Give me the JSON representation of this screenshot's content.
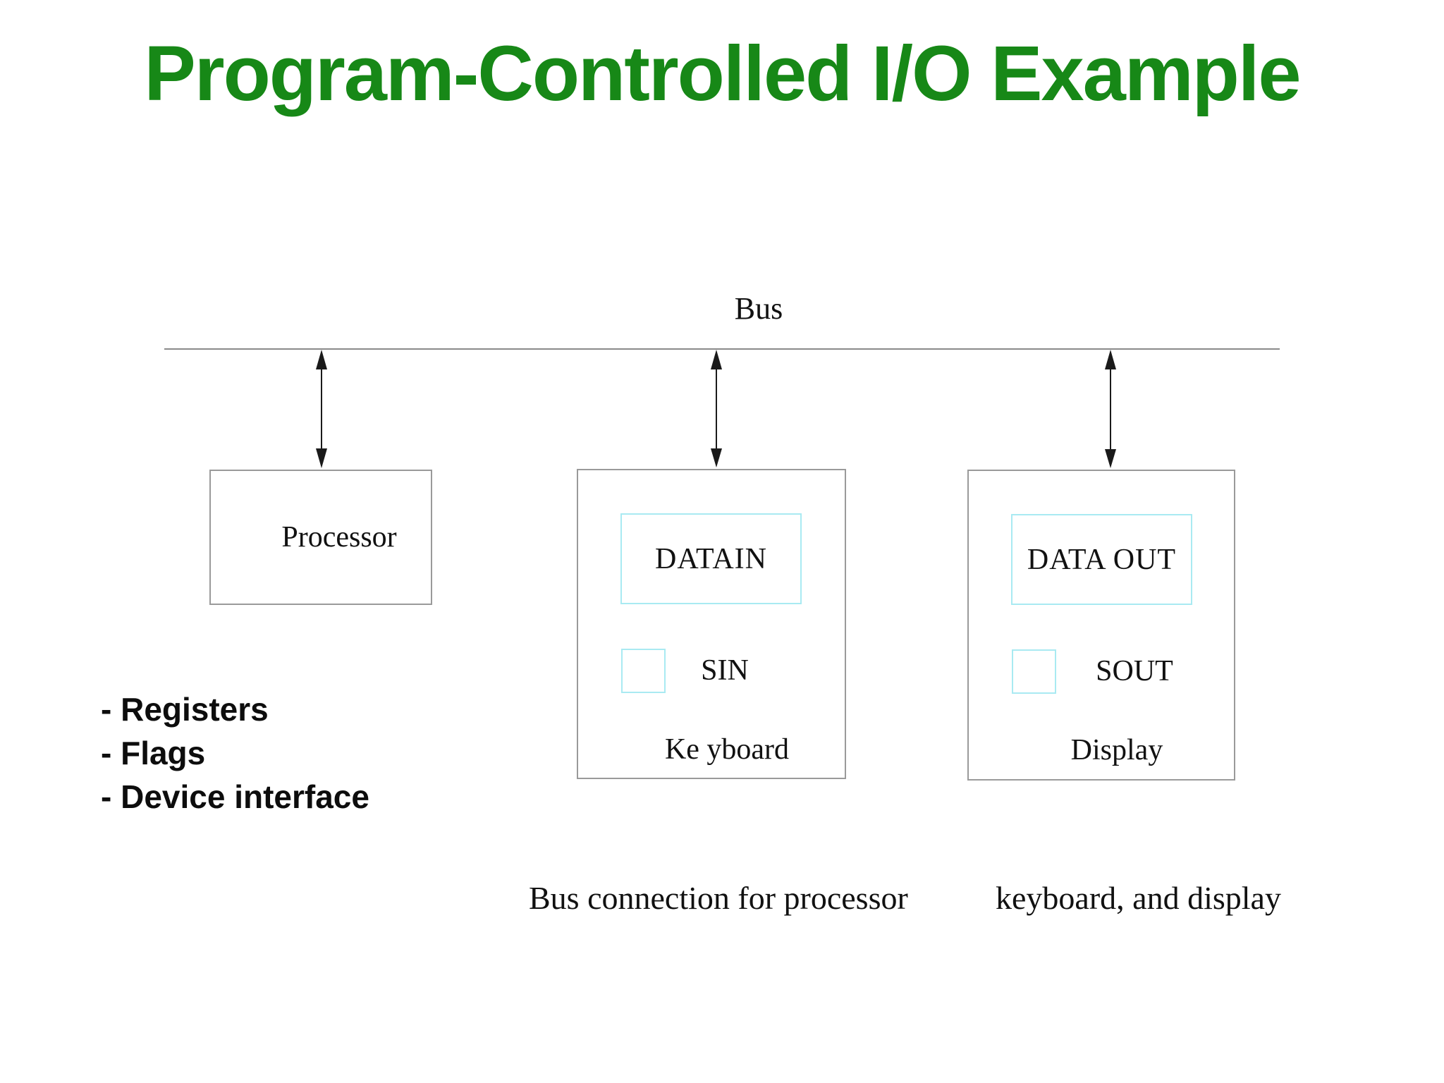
{
  "title": "Program-Controlled I/O Example",
  "bus": {
    "label": "Bus"
  },
  "boxes": {
    "processor": {
      "label": "Processor"
    },
    "keyboard": {
      "register": "DATAIN",
      "flag": "SIN",
      "label": "Ke yboard"
    },
    "display": {
      "register": "DATA OUT",
      "flag": "SOUT",
      "label": "Display"
    }
  },
  "notes": [
    "- Registers",
    "- Flags",
    "- Device interface"
  ],
  "caption": {
    "part1": "Bus connection for processor",
    "part2": "keyboard, and display"
  },
  "colors": {
    "title_green": "#178817",
    "register_border_cyan": "#a9eaf2",
    "box_border_gray": "#9a9a9a",
    "bus_line_gray": "#8a8a8a",
    "text_black": "#111111"
  }
}
